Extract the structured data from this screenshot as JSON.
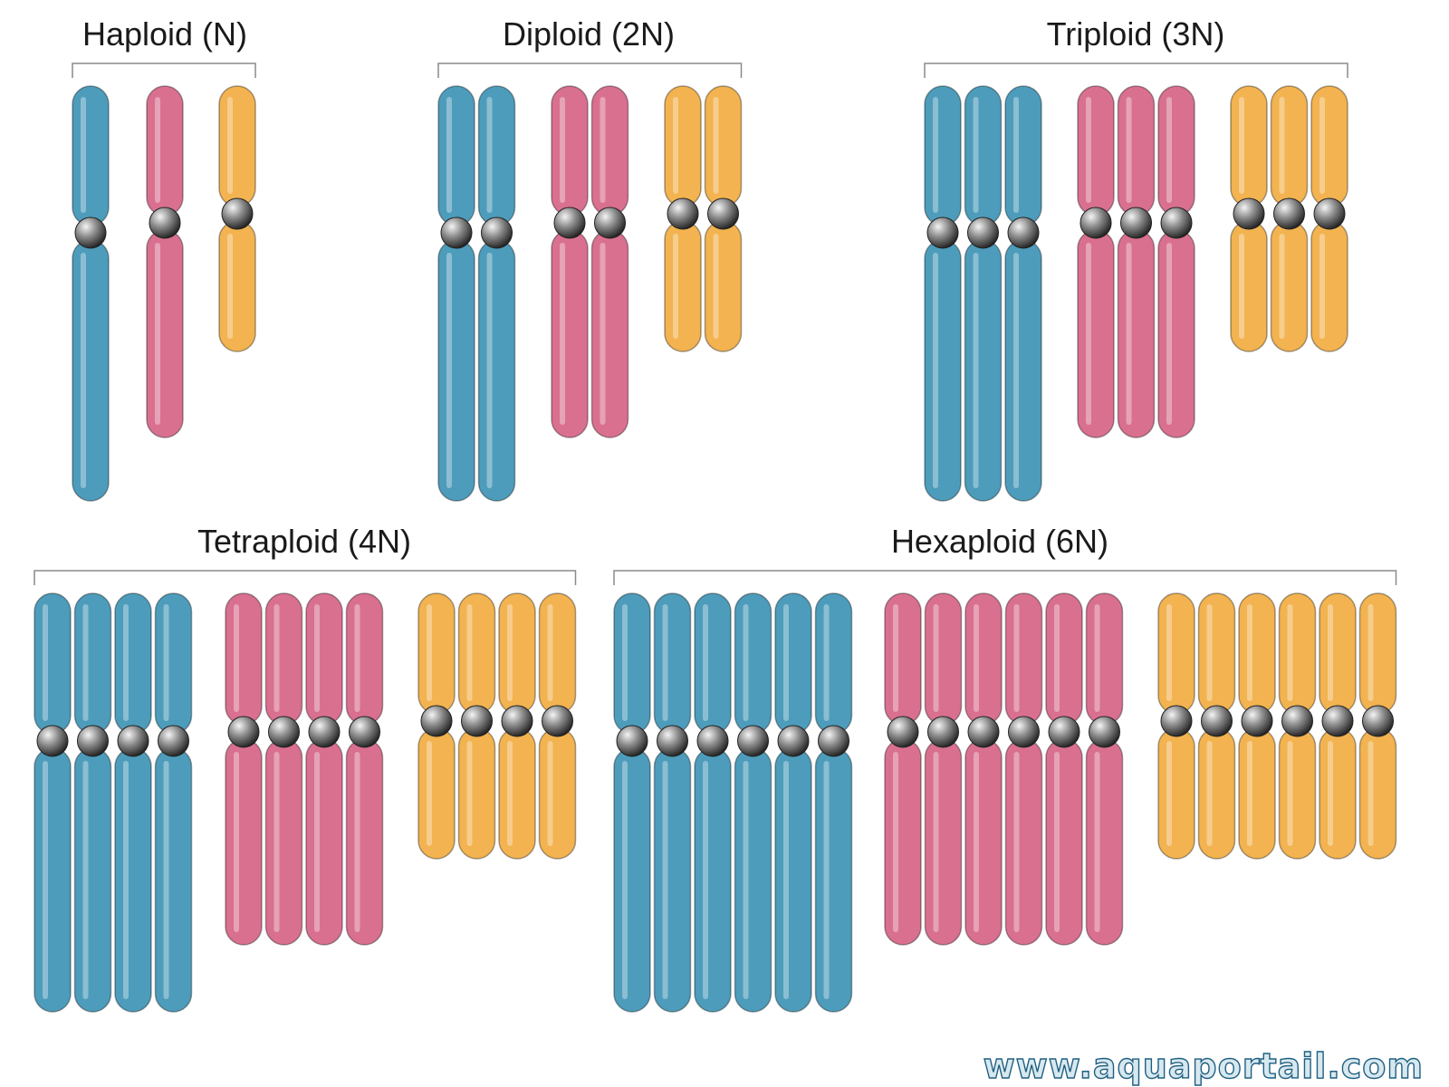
{
  "colors": {
    "chromosome_a": "#4d9cbb",
    "chromosome_b": "#d9708f",
    "chromosome_c": "#f2b350",
    "centromere": "#505050",
    "bracket": "#8a8a8a",
    "watermark": "#1f5f80"
  },
  "groups": [
    {
      "label": "Haploid (N)",
      "copies": 1
    },
    {
      "label": "Diploid (2N)",
      "copies": 2
    },
    {
      "label": "Triploid (3N)",
      "copies": 3
    },
    {
      "label": "Tetraploid (4N)",
      "copies": 4
    },
    {
      "label": "Hexaploid (6N)",
      "copies": 6
    }
  ],
  "watermark": "www.aquaportail.com"
}
